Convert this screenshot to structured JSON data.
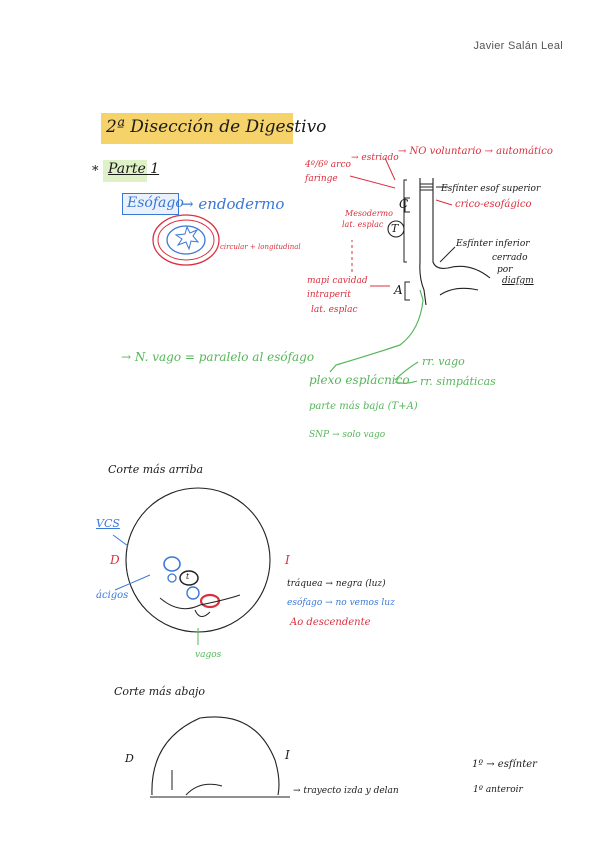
{
  "header": {
    "author": "Javier Salán Leal"
  },
  "title": "2ª Disección de Digestivo",
  "part": "Parte 1",
  "bullet": "*",
  "esofago": {
    "label": "Esófago",
    "arrow": "→ endodermo"
  },
  "esofago_layers": "circular + longitudinal",
  "diagram_labels": {
    "arco": "4º/6º arco",
    "faringe": "faringe",
    "estriado": "→ estriado",
    "no_voluntario": "→ NO voluntario → automático",
    "esfinter_esof": "Esfínter esof superior",
    "crico": "crico-esofágico",
    "mesodermo": "Mesodermo",
    "lat_esplac": "lat. esplac",
    "c_label": "C",
    "t_label": "T",
    "a_label": "A",
    "esfinter_inferior": "Esfínter inferior",
    "cerrado": "cerrado",
    "por": "por",
    "diafragma": "diafgm",
    "mapi": "mapi cavidad",
    "intraperit": "intraperit",
    "lat_esplac2": "lat. esplac"
  },
  "vago": {
    "line": "→ N. vago = paralelo al esófago",
    "plexo": "plexo esplácnico",
    "vago_branch": "rr. vago",
    "simp_branch": "rr. simpáticas",
    "parte_baja": "parte más baja (T+A)",
    "snp": "SNP → solo vago"
  },
  "corte_arriba": {
    "title": "Corte más arriba",
    "vcs": "VCS",
    "d": "D",
    "i": "I",
    "acigos": "ácigos",
    "t": "t",
    "traquea": "tráquea → negra (luz)",
    "esofago_note": "esófago → no vemos luz",
    "ao": "Ao descendente",
    "vagos": "vagos"
  },
  "corte_abajo": {
    "title": "Corte más abajo",
    "d": "D",
    "i": "I",
    "esfinter": "1º → esfínter",
    "anteroir": "1º anteroir",
    "bottom": "→ trayecto izda y delan"
  }
}
